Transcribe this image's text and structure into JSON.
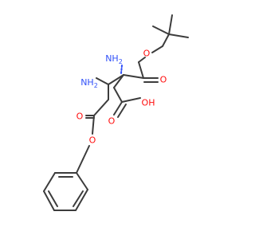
{
  "molecule": {
    "atom_labels": {
      "ester_o_tbu": "O",
      "carbonyl_o_tbu": "O",
      "amine_n_alpha": "NH",
      "amine_n_alpha_sub": "2",
      "amine_n_beta": "NH",
      "amine_n_beta_sub": "2",
      "acid_oh": "OH",
      "acid_carbonyl_o": "O",
      "ester_carbonyl_o_benzyl": "O",
      "ester_o_benzyl": "O"
    },
    "colors": {
      "bond": "#3c3c3c",
      "oxygen": "#ff0d0d",
      "nitrogen": "#3050f8",
      "background": "#ffffff"
    }
  }
}
